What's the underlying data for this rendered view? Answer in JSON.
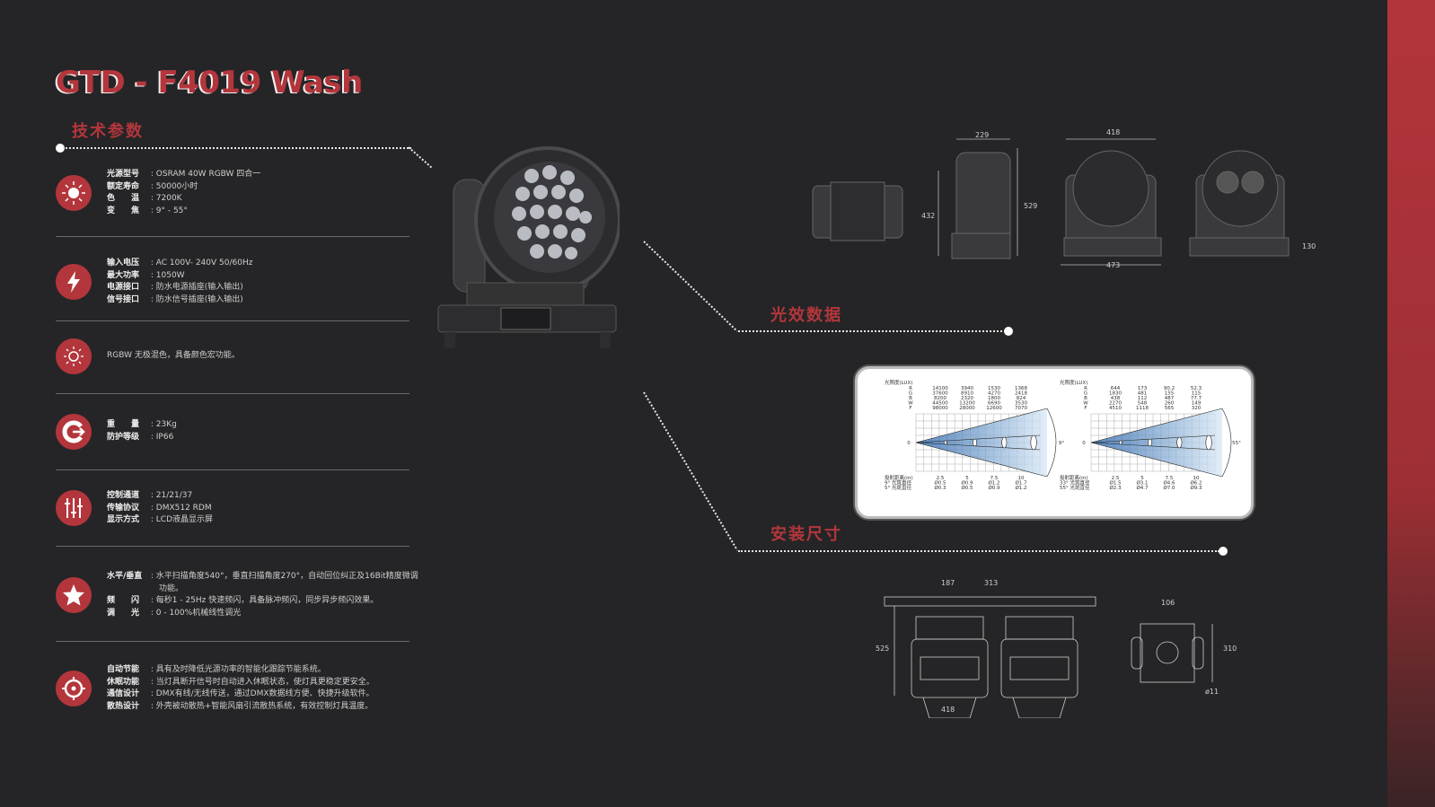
{
  "title": "GTD - F4019 Wash",
  "sections": {
    "tech": "技术参数",
    "photometric": "光效数据",
    "install": "安装尺寸"
  },
  "colors": {
    "accent": "#b3363c",
    "background": "#252527"
  },
  "specs": [
    {
      "icon": "sun-icon",
      "lines": [
        [
          "光源型号",
          "OSRAM 40W RGBW 四合一"
        ],
        [
          "额定寿命",
          "50000小时"
        ],
        [
          "色　　温",
          "7200K"
        ],
        [
          "变　　焦",
          "9° - 55°"
        ]
      ]
    },
    {
      "icon": "lightning-icon",
      "lines": [
        [
          "输入电压",
          "AC 100V- 240V  50/60Hz"
        ],
        [
          "最大功率",
          "1050W"
        ],
        [
          "电源接口",
          "防水电源插座(输入输出)"
        ],
        [
          "信号接口",
          "防水信号插座(输入输出)"
        ]
      ]
    },
    {
      "icon": "sun-outline-icon",
      "lines": [
        [
          "",
          "RGBW 无极混色，具备颜色宏功能。"
        ]
      ]
    },
    {
      "icon": "weight-icon",
      "lines": [
        [
          "重　　量",
          "23Kg"
        ],
        [
          "防护等级",
          "IP66"
        ]
      ]
    },
    {
      "icon": "sliders-icon",
      "lines": [
        [
          "控制通道",
          "21/21/37"
        ],
        [
          "传输协议",
          "DMX512 RDM"
        ],
        [
          "显示方式",
          "LCD液晶显示屏"
        ]
      ]
    },
    {
      "icon": "star-icon",
      "lines": [
        [
          "水平/垂直",
          "水平扫描角度540°，垂直扫描角度270°，自动回位纠正及16Bit精度微调"
        ],
        [
          "",
          "功能。"
        ],
        [
          "频　　闪",
          "每秒1 - 25Hz 快速频闪，具备脉冲频闪，同步异步频闪效果。"
        ],
        [
          "调　　光",
          "0 - 100%机械线性调光"
        ]
      ]
    },
    {
      "icon": "target-icon",
      "lines": [
        [
          "自动节能",
          "具有及时降低光源功率的智能化跟踪节能系统。"
        ],
        [
          "休眠功能",
          "当灯具断开信号时自动进入休眠状态，使灯具更稳定更安全。"
        ],
        [
          "通信设计",
          "DMX有线/无线传送，通过DMX数据线方便、快捷升级软件。"
        ],
        [
          "散热设计",
          "外壳被动散热+智能风扇引流散热系统，有效控制灯具温度。"
        ]
      ]
    }
  ],
  "dimensions": {
    "top": [
      "229",
      "529",
      "432",
      "418",
      "473",
      "130"
    ],
    "install": [
      "187",
      "313",
      "525",
      "418",
      "106",
      "310",
      "ø11"
    ]
  },
  "photometric": [
    {
      "unit": "光照度(LUX)",
      "rows": [
        "R",
        "G",
        "B",
        "W",
        "F"
      ],
      "distances": [
        "2.5",
        "5",
        "7.5",
        "10"
      ],
      "values": [
        [
          "14100",
          "3940",
          "1530",
          "1368"
        ],
        [
          "37600",
          "8910",
          "4270",
          "2418"
        ],
        [
          "8200",
          "2320",
          "1800",
          "824"
        ],
        [
          "44500",
          "13200",
          "6690",
          "3530"
        ],
        [
          "98000",
          "28000",
          "12600",
          "7070"
        ]
      ],
      "angle": "9°",
      "foot": [
        "投射距离(m)",
        "9° 光斑直径",
        "5° 光斑直径"
      ],
      "d1": [
        "Ø0.5",
        "Ø0.9",
        "Ø1.2",
        "Ø1.7"
      ],
      "d2": [
        "Ø0.3",
        "Ø0.5",
        "Ø0.9",
        "Ø1.2"
      ]
    },
    {
      "unit": "光照度(LUX)",
      "rows": [
        "R",
        "G",
        "B",
        "W",
        "F"
      ],
      "distances": [
        "2.5",
        "5",
        "7.5",
        "10"
      ],
      "values": [
        [
          "644",
          "173",
          "90.2",
          "52.3"
        ],
        [
          "1830",
          "481",
          "155",
          "115"
        ],
        [
          "438",
          "112",
          "487",
          "77.7"
        ],
        [
          "2270",
          "548",
          "260",
          "149"
        ],
        [
          "4510",
          "1118",
          "565",
          "320"
        ]
      ],
      "angle": "55°",
      "foot": [
        "投射距离(m)",
        "33° 光斑直径",
        "55° 光斑直径"
      ],
      "d1": [
        "Ø1.5",
        "Ø3.1",
        "Ø4.6",
        "Ø6.2"
      ],
      "d2": [
        "Ø2.3",
        "Ø4.7",
        "Ø7.0",
        "Ø9.3"
      ]
    }
  ]
}
